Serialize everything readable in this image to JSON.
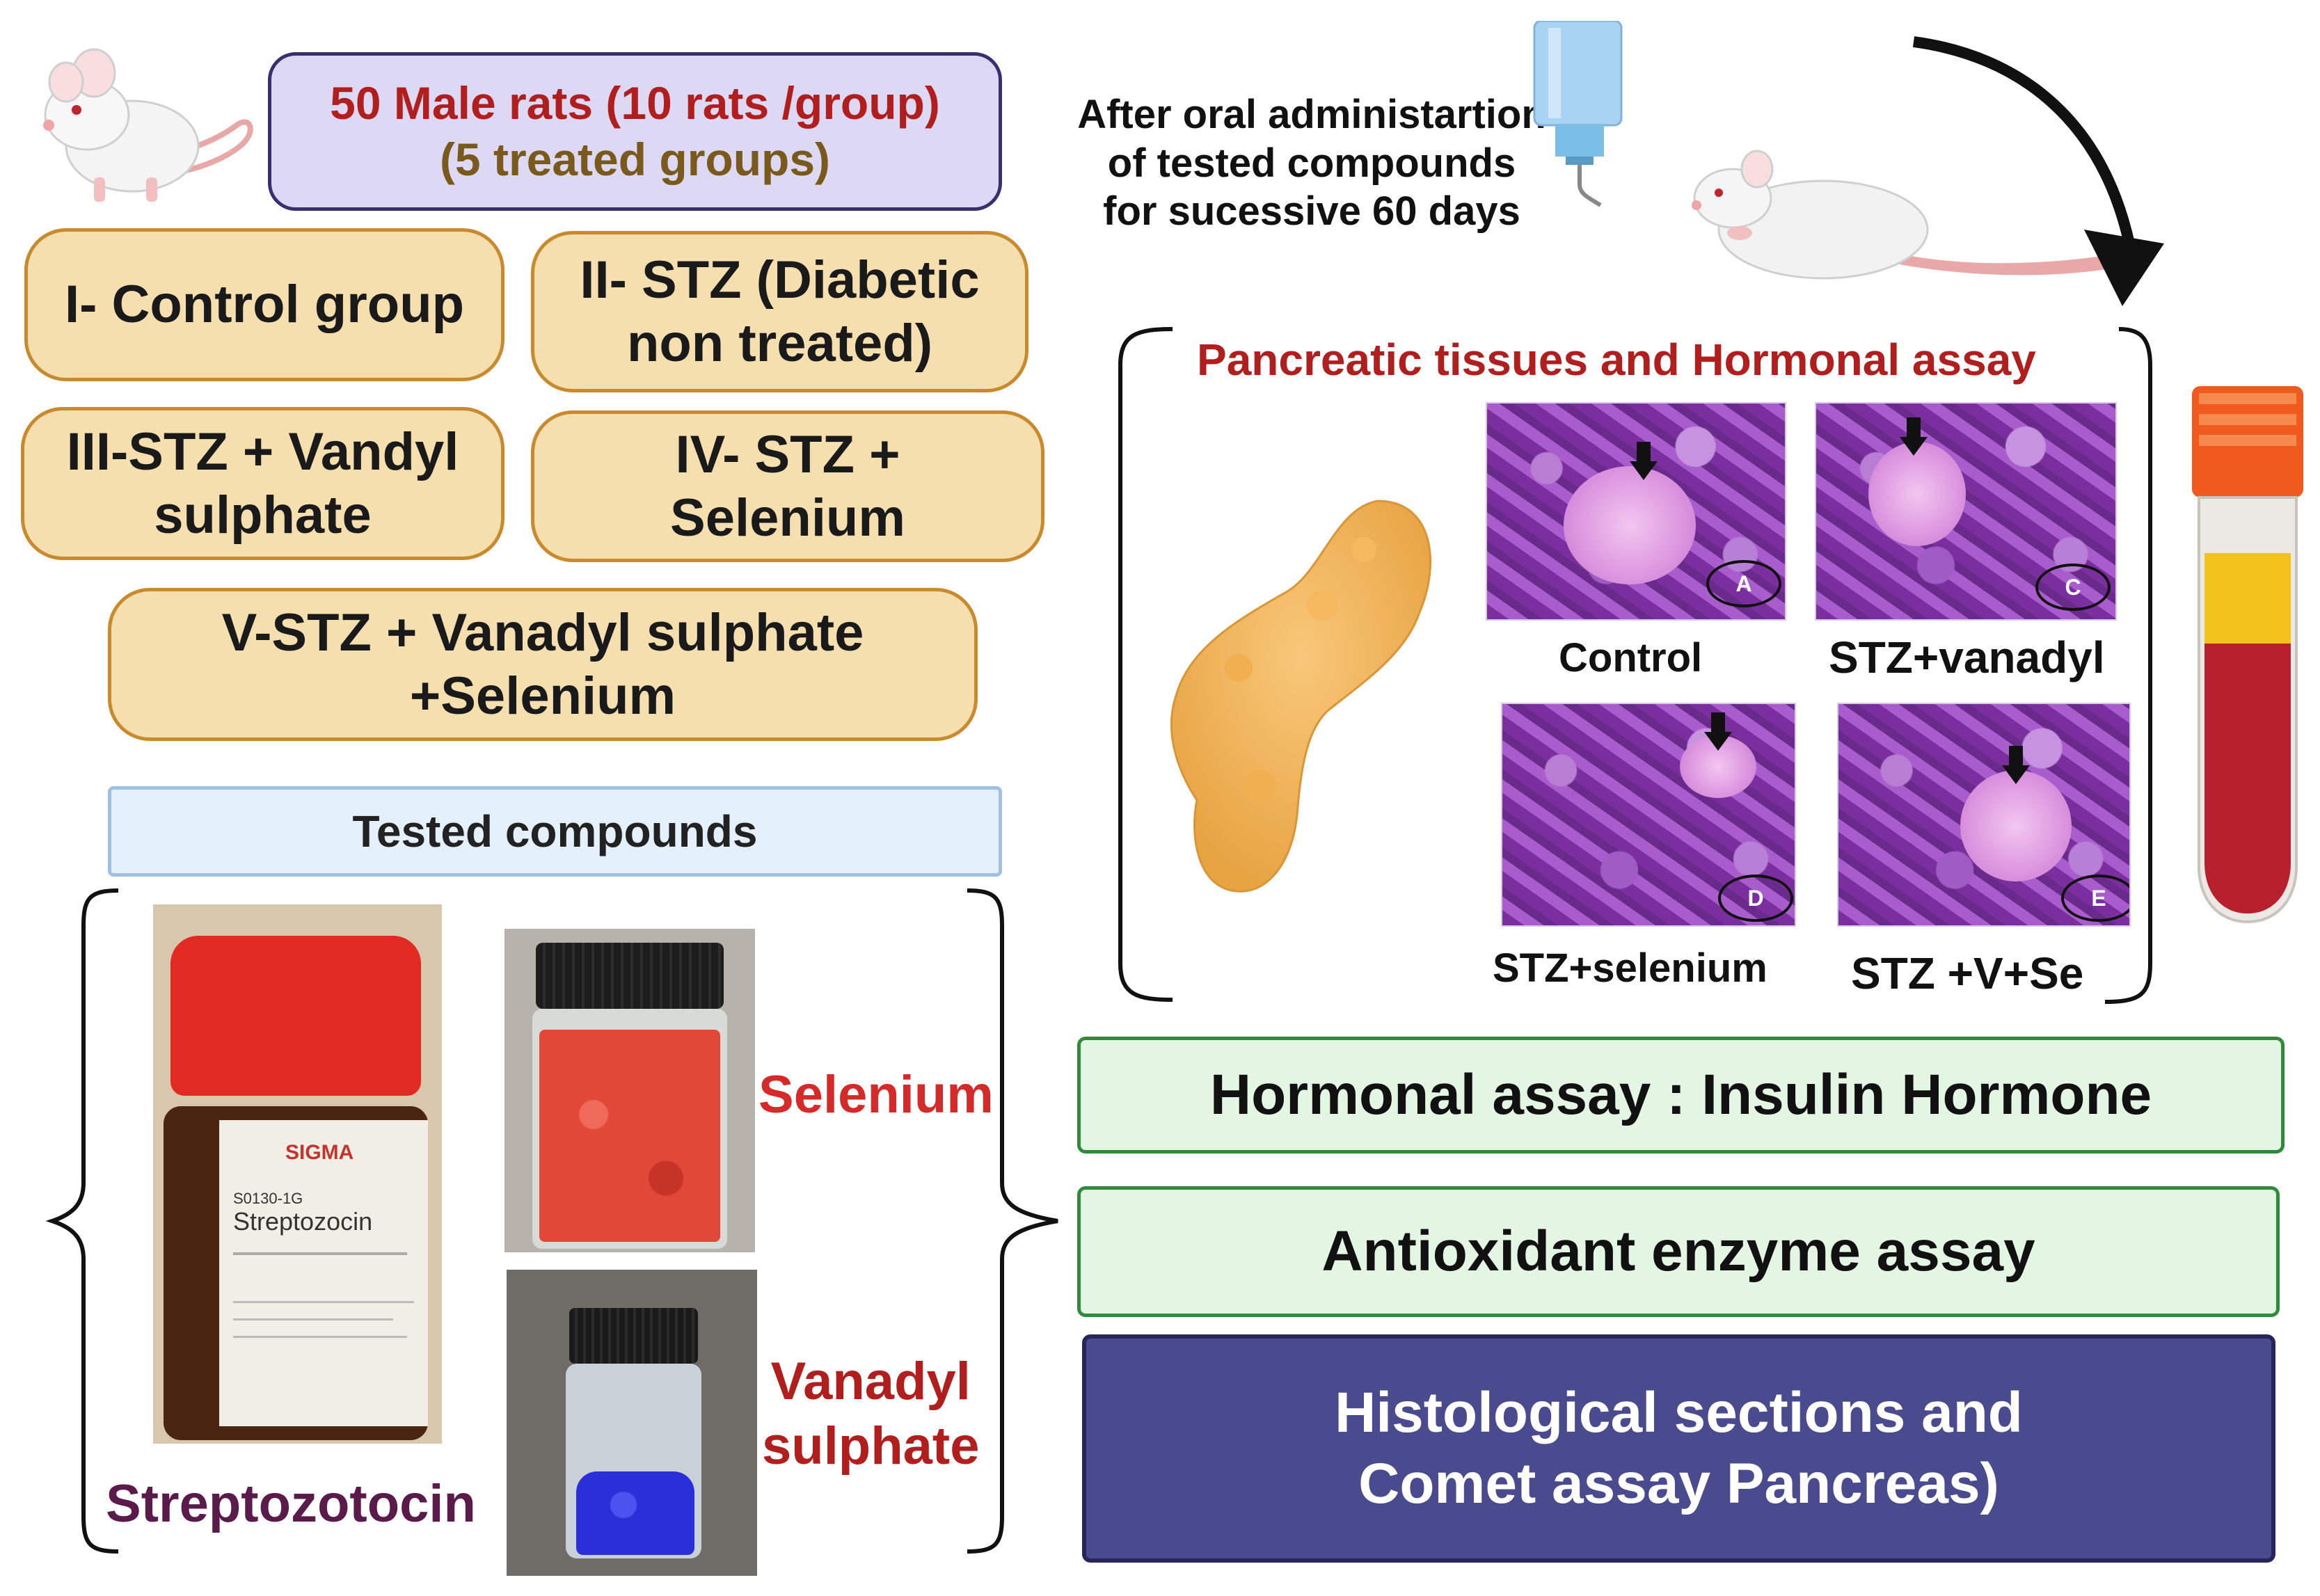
{
  "study": {
    "rats_line1": "50 Male rats (10 rats /group)",
    "rats_line2": "(5 treated groups)"
  },
  "groups": [
    {
      "line1": "I- Control group",
      "line2": ""
    },
    {
      "line1": "II- STZ (Diabetic",
      "line2": "non treated)"
    },
    {
      "line1": "III-STZ + Vandyl",
      "line2": "sulphate"
    },
    {
      "line1": "IV- STZ +",
      "line2": "Selenium"
    },
    {
      "line1": "V-STZ + Vanadyl sulphate",
      "line2": "+Selenium"
    }
  ],
  "tested_compounds": {
    "header": "Tested compounds",
    "selenium": "Selenium",
    "vanadyl_line1": "Vanadyl",
    "vanadyl_line2": "sulphate",
    "streptozotocin": "Streptozotocin",
    "bottle_brand": "SIGMA",
    "bottle_code": "S0130-1G",
    "bottle_name": "Streptozocin"
  },
  "administration": {
    "line1": "After oral administartion",
    "line2": "of tested compounds",
    "line3": "for sucessive 60 days"
  },
  "panel": {
    "title": "Pancreatic tissues and Hormonal assay",
    "micrographs": [
      {
        "letter": "A",
        "caption": "Control"
      },
      {
        "letter": "C",
        "caption": "STZ+vanadyl"
      },
      {
        "letter": "D",
        "caption": "STZ+selenium"
      },
      {
        "letter": "E",
        "caption": "STZ +V+Se"
      }
    ]
  },
  "assays": {
    "hormonal": "Hormonal assay : Insulin Hormone",
    "antioxidant": "Antioxidant enzyme assay",
    "histology_line1": "Histological sections and",
    "histology_line2": "Comet assay Pancreas)"
  },
  "colors": {
    "group_fill": "#f6dfae",
    "group_border": "#c98a2e",
    "study_fill": "#ddd8f3",
    "assay_green_fill": "#e3f5e3",
    "assay_navy_fill": "#4a4a8e",
    "panel_title": "#b11e1e",
    "selenium_label": "#d42a2a",
    "vanadyl_label": "#b11e1e",
    "streptozotocin_label": "#5a1a4a"
  }
}
